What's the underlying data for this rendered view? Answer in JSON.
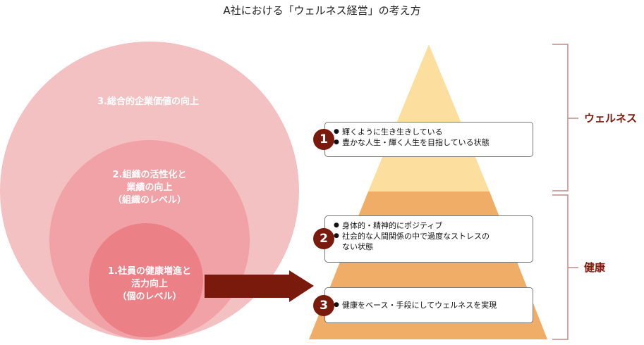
{
  "title": "A社における「ウェルネス経営」の考え方",
  "circles": {
    "outer": [
      "3.総合的企業価値の向上"
    ],
    "middle": [
      "2.組織の活性化と",
      "業績の向上",
      "（組織のレベル）"
    ],
    "inner": [
      "1.社員の健康増進と",
      "活力向上",
      "（個のレベル）"
    ]
  },
  "levels": [
    {
      "num": "1",
      "lines": [
        "輝くように生き生きしている",
        "豊かな人生・輝く人生を目指している状態"
      ]
    },
    {
      "num": "2",
      "lines": [
        "身体的・精神的にポジティブ",
        "社会的な人間関係の中で過度なストレスの",
        "ない状態"
      ]
    },
    {
      "num": "3",
      "lines": [
        "健康をベース・手段にしてウェルネスを実現"
      ]
    }
  ],
  "brackets": {
    "wellness": "ウェルネス",
    "health": "健康"
  },
  "colors": {
    "outer": "#f4c1c3",
    "middle": "#f0a2a6",
    "inner": "#eb8086",
    "arrow": "#7a1a0c",
    "pyramid_top": "#fcdf9e",
    "pyramid_bottom": "#f0ad68",
    "bracket": "#c08a88"
  }
}
